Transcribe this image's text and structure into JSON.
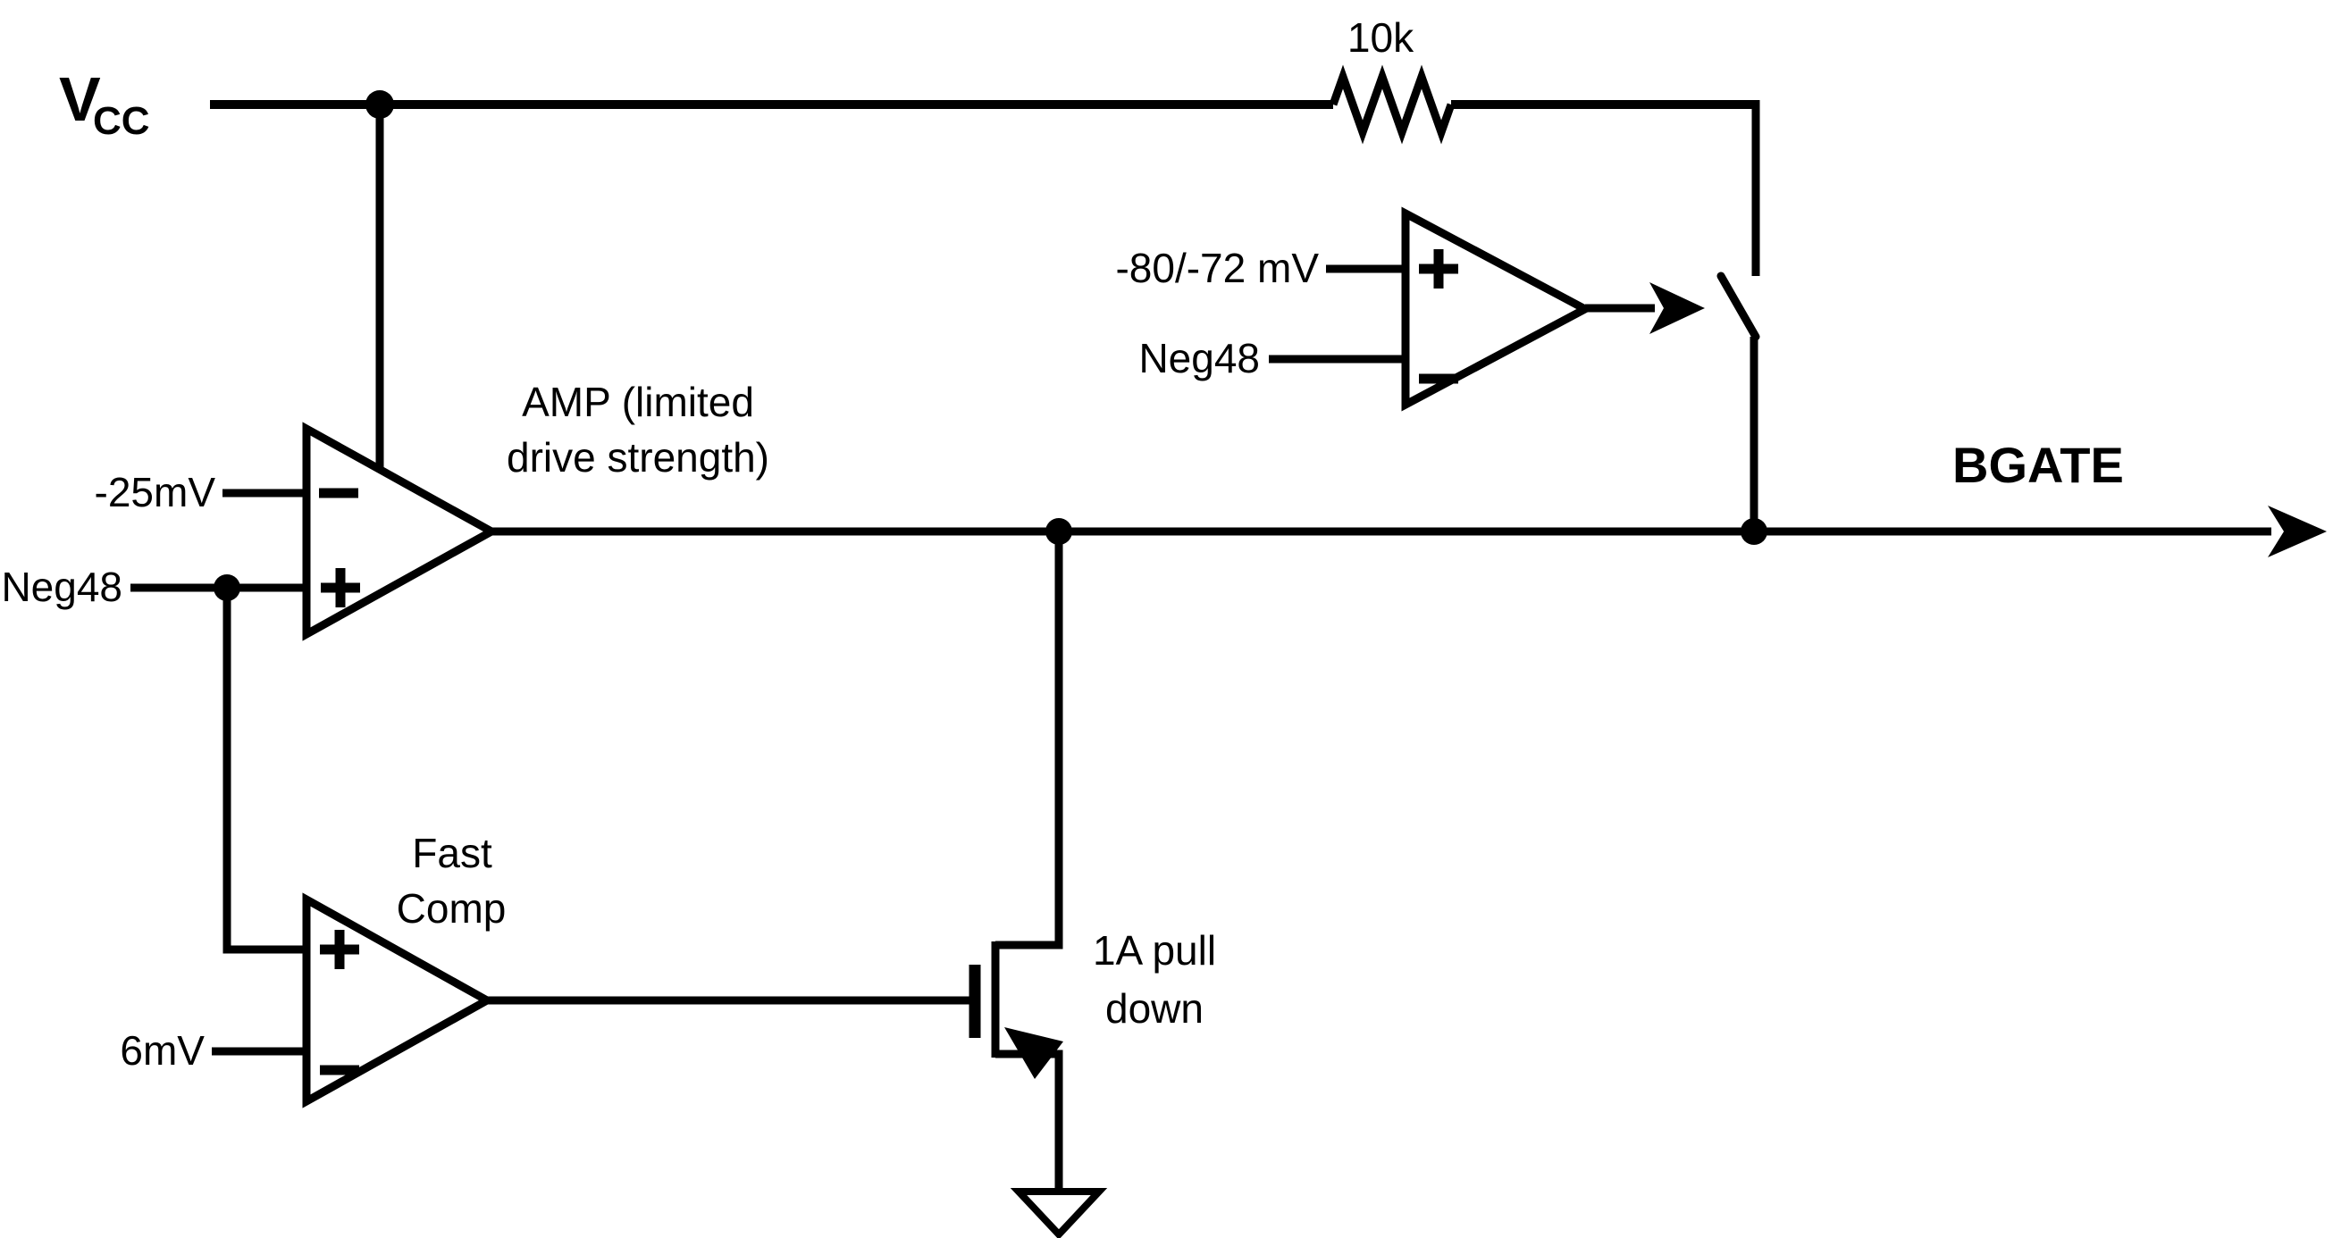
{
  "colors": {
    "ink": "#000000",
    "background": "#ffffff"
  },
  "vcc": {
    "letter": "V",
    "subscript": "CC"
  },
  "resistor": {
    "value": "10k"
  },
  "top_comparator": {
    "plus_input": "-80/-72 mV",
    "minus_input": "Neg48"
  },
  "amp": {
    "caption_line1": "AMP (limited",
    "caption_line2": "drive strength)",
    "minus_input": "-25mV",
    "plus_input": "Neg48"
  },
  "fast_comp": {
    "caption_line1": "Fast",
    "caption_line2": "Comp",
    "minus_input": "6mV"
  },
  "pulldown": {
    "caption_line1": "1A pull",
    "caption_line2": "down"
  },
  "output": {
    "label": "BGATE"
  }
}
